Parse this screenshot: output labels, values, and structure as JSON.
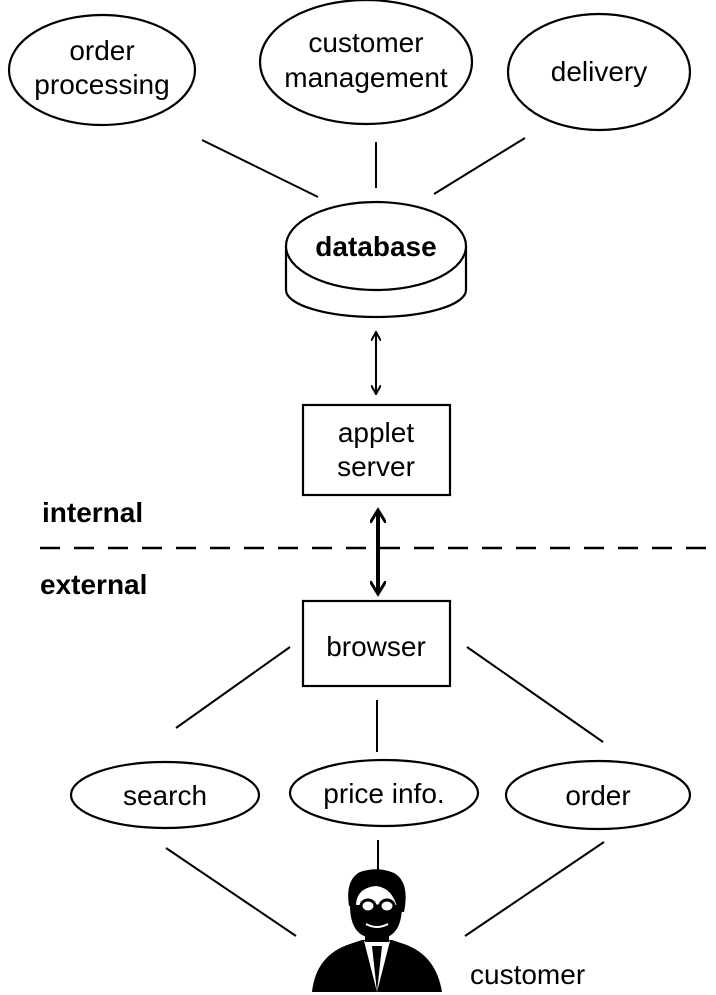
{
  "nodes": {
    "order_processing": [
      "order",
      "processing"
    ],
    "customer_management": [
      "customer",
      "management"
    ],
    "delivery": "delivery",
    "database": "database",
    "applet_server": [
      "applet",
      "server"
    ],
    "browser": "browser",
    "search": "search",
    "price_info": "price info.",
    "order": "order",
    "customer": "customer"
  },
  "zones": {
    "internal": "internal",
    "external": "external"
  }
}
